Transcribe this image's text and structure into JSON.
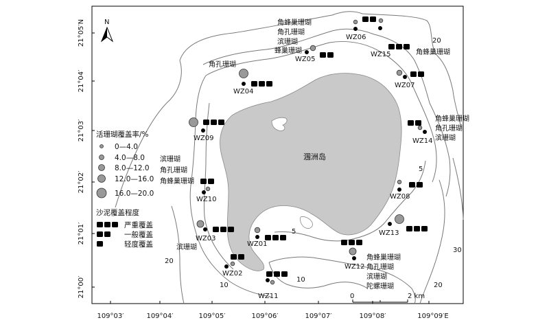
{
  "island_label": "涠洲岛",
  "north_label": "N",
  "scale": {
    "zero": "0",
    "end": "2 km"
  },
  "lat_labels": [
    "21°05′N",
    "21°04′",
    "21°03′",
    "21°02′",
    "21°01′",
    "21°00′"
  ],
  "lon_labels": [
    "109°03′",
    "109°04′",
    "109°05′",
    "109°06′",
    "109°07′",
    "109°08′",
    "109°09′E"
  ],
  "contours": [
    "20",
    "5",
    "30",
    "20",
    "5",
    "10",
    "10",
    "20"
  ],
  "legend": {
    "coral_title": "活珊瑚覆盖率/%",
    "coral_classes": [
      "0—4.0",
      "4.0—8.0",
      "8.0—12.0",
      "12.0—16.0",
      "16.0—20.0"
    ],
    "silt_title": "沙泥覆盖程度",
    "silt_classes": [
      "严重覆盖",
      "一般覆盖",
      "轻度覆盖"
    ]
  },
  "sites": [
    {
      "id": "WZ01",
      "cover_class": 2,
      "silt": 3
    },
    {
      "id": "WZ02",
      "cover_class": 1,
      "silt": 2
    },
    {
      "id": "WZ03",
      "cover_class": 3,
      "silt": 3
    },
    {
      "id": "WZ04",
      "cover_class": 4,
      "silt": 3
    },
    {
      "id": "WZ05",
      "cover_class": 2,
      "silt": 2
    },
    {
      "id": "WZ06",
      "cover_class": 1,
      "silt": 2
    },
    {
      "id": "WZ07",
      "cover_class": 2,
      "silt": 2
    },
    {
      "id": "WZ08",
      "cover_class": 1,
      "silt": 2
    },
    {
      "id": "WZ09",
      "cover_class": 4,
      "silt": 3
    },
    {
      "id": "WZ10",
      "cover_class": 1,
      "silt": 2
    },
    {
      "id": "WZ11",
      "cover_class": 1,
      "silt": 3
    },
    {
      "id": "WZ12",
      "cover_class": 3,
      "silt": 3
    },
    {
      "id": "WZ13",
      "cover_class": 4,
      "silt": 3
    },
    {
      "id": "WZ14",
      "cover_class": 1,
      "silt": 2
    },
    {
      "id": "WZ15",
      "cover_class": 1,
      "silt": 3
    }
  ],
  "coral_notes": [
    [
      "角蜂巢珊瑚",
      "角孔珊瑚",
      "滨珊瑚",
      "蜂巢珊瑚"
    ],
    [
      "角孔珊瑚"
    ],
    [
      "角蜂巢珊瑚"
    ],
    [
      "角蜂巢珊瑚",
      "角孔珊瑚",
      "滨珊瑚"
    ],
    [
      "滨珊瑚",
      "角孔珊瑚",
      "角蜂巢珊瑚"
    ],
    [
      "滨珊瑚"
    ],
    [
      "角蜂巢珊瑚",
      "角孔珊瑚",
      "滨珊瑚",
      "陀螺珊瑚"
    ]
  ]
}
